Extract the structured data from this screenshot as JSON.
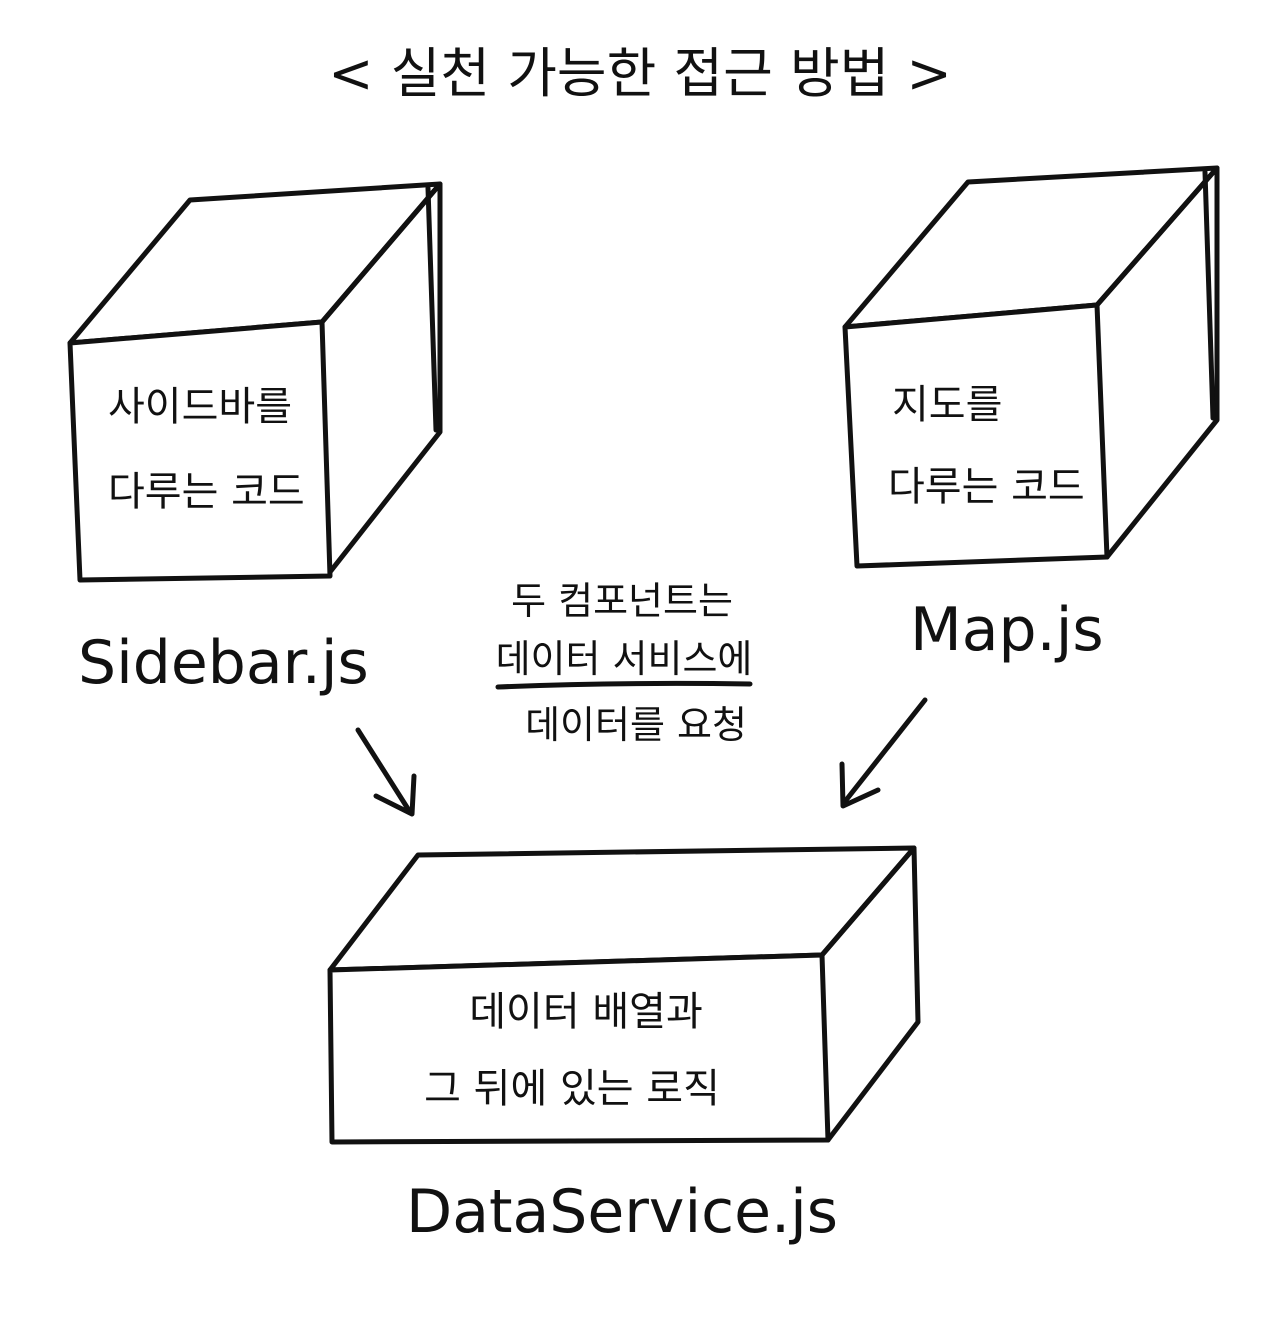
{
  "title": "< 실천 가능한 접근 방법 >",
  "boxes": {
    "sidebar": {
      "line1": "사이드바를",
      "line2": "다루는 코드",
      "file": "Sidebar.js"
    },
    "map": {
      "line1": "지도를",
      "line2": "다루는 코드",
      "file": "Map.js"
    },
    "dataservice": {
      "line1": "데이터 배열과",
      "line2": "그 뒤에 있는 로직",
      "file": "DataService.js"
    }
  },
  "note": {
    "line1": "두 컴포넌트는",
    "line2": "데이터 서비스에",
    "line3": "데이터를 요청"
  },
  "colors": {
    "ink": "#111111",
    "paper": "#ffffff"
  }
}
